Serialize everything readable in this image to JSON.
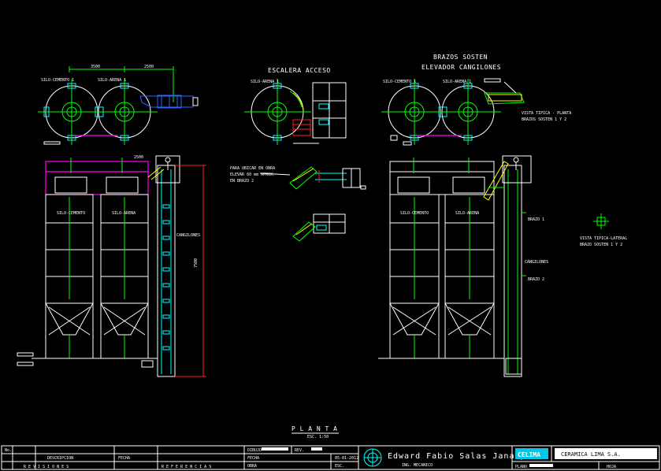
{
  "colors": {
    "background": "#000000",
    "line": "#ffffff",
    "green": "#00ff00",
    "cyan": "#00ffff",
    "magenta": "#ff00ff",
    "yellow": "#ffff00",
    "red": "#ff2020",
    "blue": "#3060ff"
  },
  "sections": {
    "escalera_title": "ESCALERA ACCESO",
    "brazos_title_1": "BRAZOS SOSTEN",
    "brazos_title_2": "ELEVADOR CANGILONES",
    "planta_title": "P L A N T A",
    "planta_scale": "ESC. 1:50"
  },
  "labels": {
    "silo_cemento_1": "SILO-CEMENTO 1",
    "silo_arena_1": "SILO-ARENA 1",
    "silo_arena_2": "SILO-ARENA 1",
    "silo_cemento_3": "SILO-CEMENTO 1",
    "silo_arena_3": "SILO-ARENA 1",
    "elevation_silo_cemento": "SILO-CEMENTO",
    "elevation_silo_arena": "SILO-ARENA",
    "elevation_silo_cemento_2": "SILO-CEMENTO",
    "elevation_silo_arena_2": "SILO-ARENA",
    "cangilones_left": "CANGILONES",
    "cangilones_right": "CANGILONES",
    "brazo_1": "BRAZO 1",
    "brazo_2": "BRAZO 2",
    "vista_planta_1": "VISTA TIPICA - PLANTA",
    "vista_planta_2": "BRAZOS SOSTEN 1 Y 2",
    "vista_lateral_1": "VISTA TIPICA-LATERAL",
    "vista_lateral_2": "BRAZO SOSTEN 1 Y 2",
    "note_1": "PARA UBICAR EN OBRA",
    "note_2": "ELEVAR 60 mm APROX.",
    "note_3": "EN BRAZO 2",
    "dim_total": "7500",
    "dim_a": "3500",
    "dim_b": "2500"
  },
  "title_block": {
    "revisiones": "R E V I S I O N E S",
    "referencias": "R E F E R E N C I A S",
    "col_no": "No.",
    "col_desc": "DESCRIPCION",
    "col_fecha": "FECHA",
    "dibujo": "DIBUJO",
    "rev": "REV.",
    "escala": "ESC.",
    "fecha": "FECHA",
    "fecha_val": "05-01-2012",
    "obra": "OBRA",
    "author": "Edward Fabio Salas Janampa",
    "author_sub": "ING. MECANICO",
    "company": "CERAMICA LIMA S.A.",
    "company_logo": "CELIMA",
    "plano": "PLANO",
    "hoja": "HOJA"
  }
}
